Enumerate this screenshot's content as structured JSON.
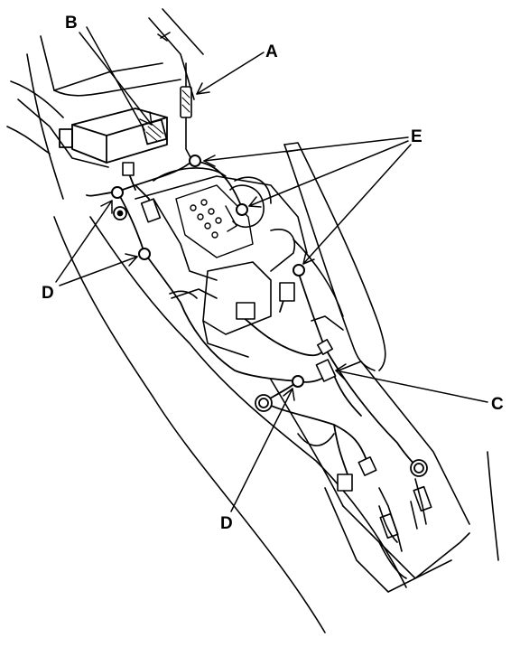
{
  "callouts": {
    "a": "A",
    "b": "B",
    "c": "C",
    "d_left": "D",
    "d_bottom": "D",
    "e": "E"
  },
  "colors": {
    "ink": "#000000",
    "paper": "#ffffff"
  }
}
